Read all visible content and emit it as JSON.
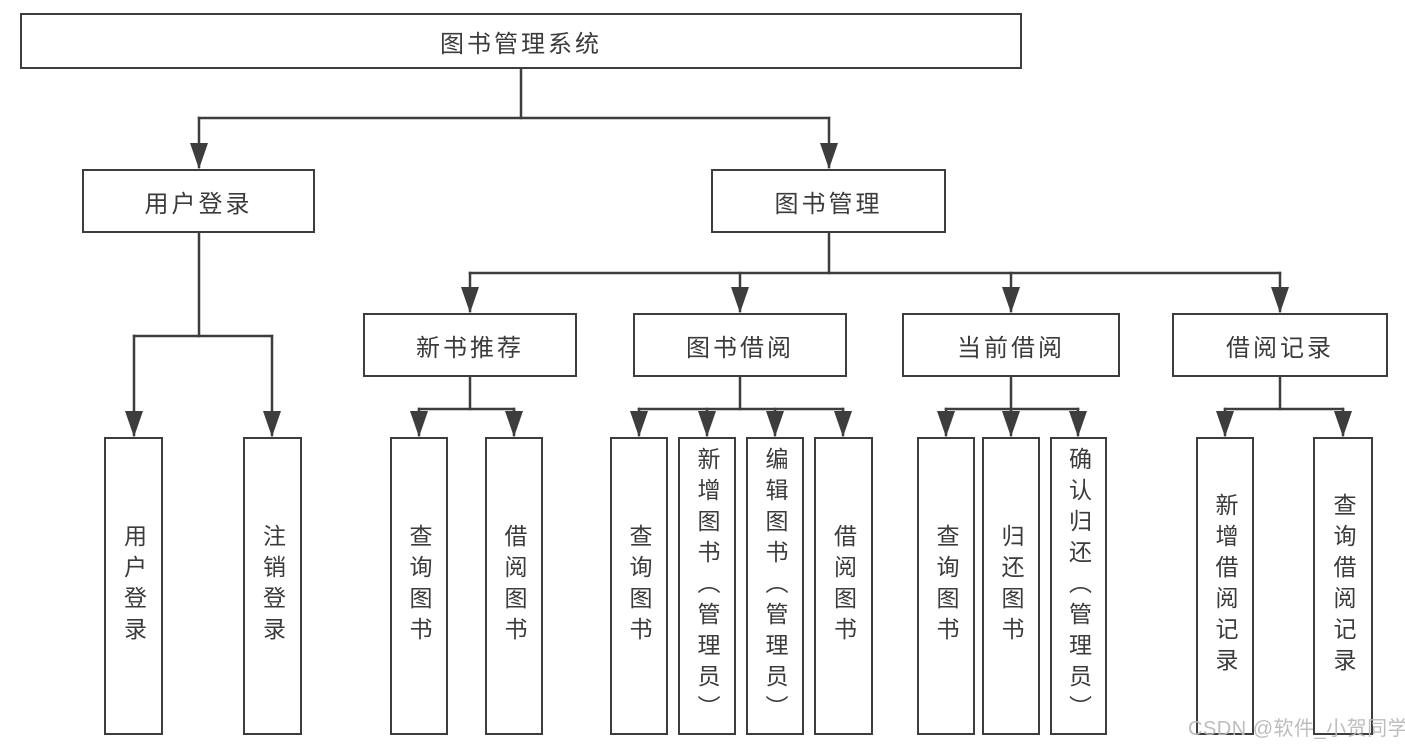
{
  "diagram": {
    "title_node": "图书管理系统",
    "branches": {
      "user_login": {
        "label": "用户登录",
        "children": [
          "用户登录",
          "注销登录"
        ]
      },
      "book_management": {
        "label": "图书管理",
        "children": [
          {
            "label": "新书推荐",
            "children": [
              "查询图书",
              "借阅图书"
            ]
          },
          {
            "label": "图书借阅",
            "children": [
              "查询图书",
              "新增图书（管理员）",
              "编辑图书（管理员）",
              "借阅图书"
            ]
          },
          {
            "label": "当前借阅",
            "children": [
              "查询图书",
              "归还图书",
              "确认归还（管理员）"
            ]
          },
          {
            "label": "借阅记录",
            "children": [
              "新增借阅记录",
              "查询借阅记录"
            ]
          }
        ]
      }
    }
  },
  "watermark": "CSDN @软件_小贺同学",
  "colors": {
    "line": "#3d3d3d",
    "text": "#3b3b3b",
    "watermark": "#b9b9b9",
    "background": "#ffffff"
  }
}
